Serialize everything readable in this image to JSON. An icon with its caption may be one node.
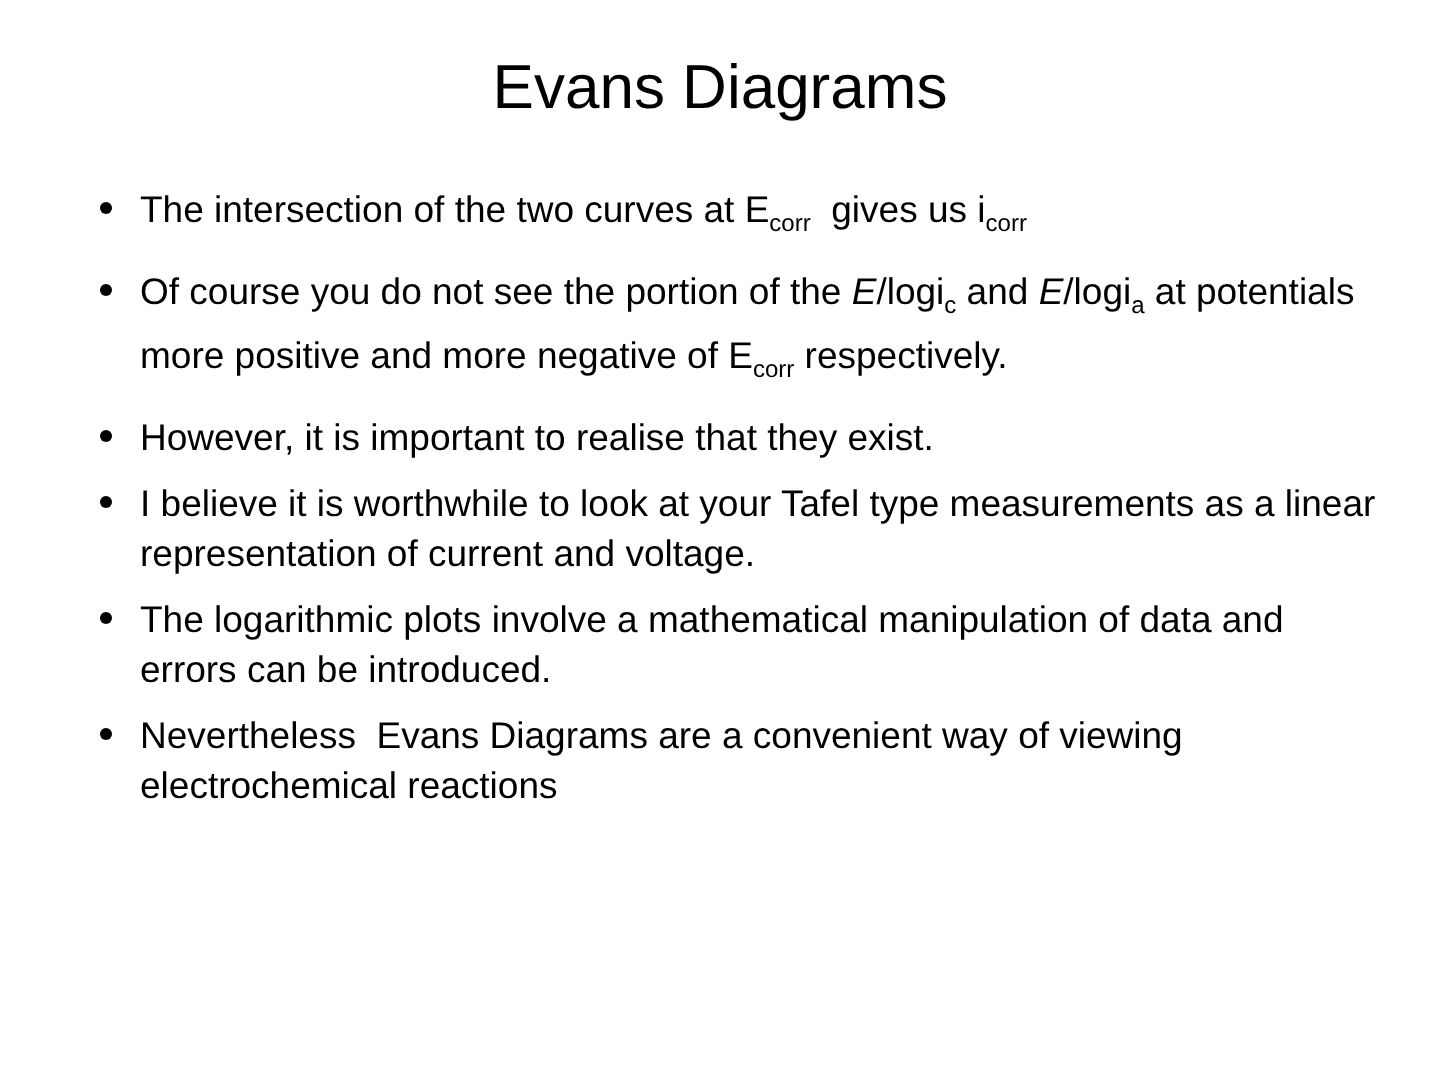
{
  "diagram": {
    "title": "Evans Diagrams",
    "labels": [
      "The intersection of the two curves at E$_{corr}$  gives us i$_{corr}$",
      "Of course you do not see the portion of the *E*/logi$_{c}$ and *E*/logi$_{a}$ at potentials more positive and more negative of E$_{corr}$ respectively.",
      "However, it is important to realise that they exist.",
      "I believe it is worthwhile to look at your Tafel type measurements as a linear representation of current and voltage.",
      "The logarithmic plots involve a mathematical manipulation of data and errors can be introduced.",
      "Nevertheless  Evans Diagrams are a convenient way of viewing electrochemical reactions"
    ]
  }
}
